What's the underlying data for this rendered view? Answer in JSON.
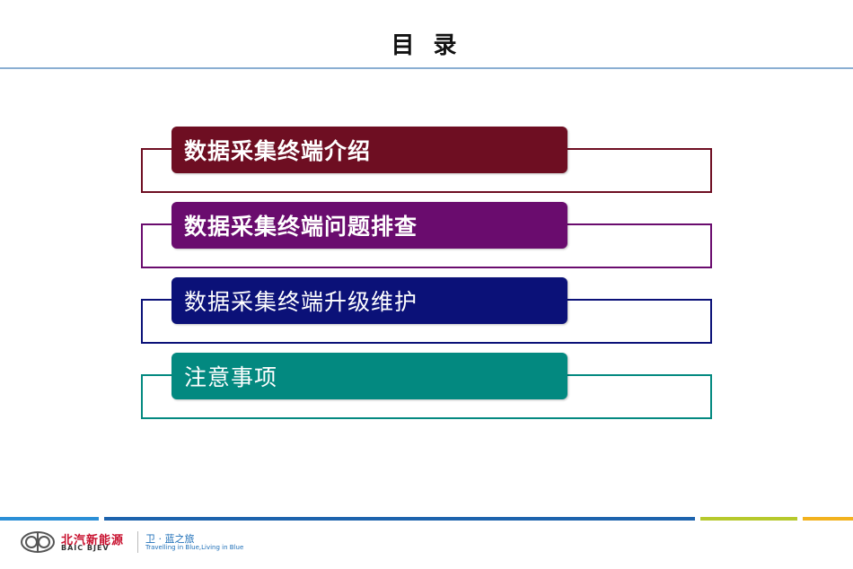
{
  "title": "目 录",
  "toc": [
    {
      "label": "数据采集终端介绍",
      "color": "#6e0e22"
    },
    {
      "label": "数据采集终端问题排查",
      "color": "#6a0c6e"
    },
    {
      "label": "数据采集终端升级维护",
      "color": "#0b1178"
    },
    {
      "label": "注意事项",
      "color": "#038980"
    }
  ],
  "footer": {
    "brand_cn": "北汽新能源",
    "brand_en": "BAIC BJEV",
    "slogan_cn": "卫 · 蓝之旅",
    "slogan_en": "Travelling in Blue,Living in Blue",
    "bar_colors": [
      "#2b8fd6",
      "#1d63ad",
      "#b6c92c",
      "#f2b21e"
    ]
  }
}
